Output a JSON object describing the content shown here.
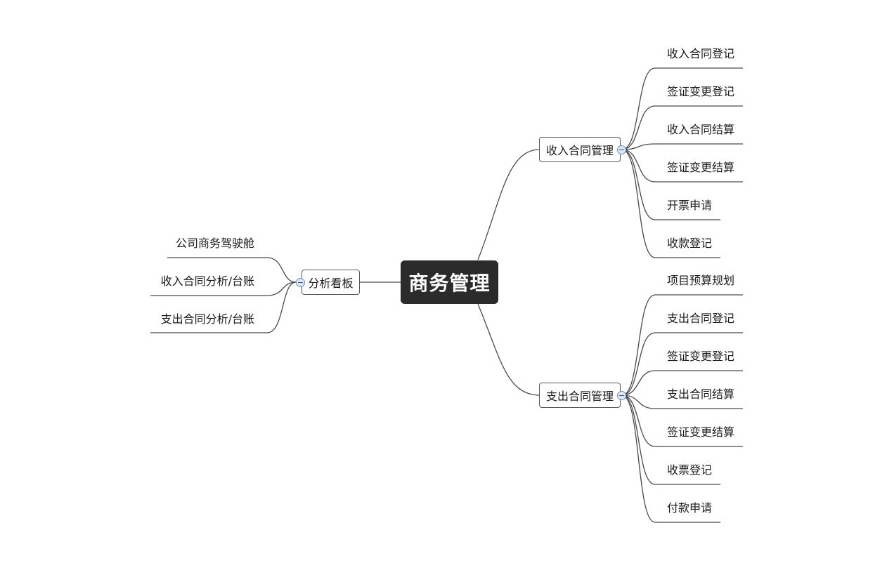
{
  "root": {
    "label": "商务管理"
  },
  "branches": {
    "income": {
      "label": "收入合同管理",
      "children": [
        "收入合同登记",
        "签证变更登记",
        "收入合同结算",
        "签证变更结算",
        "开票申请",
        "收款登记"
      ]
    },
    "expense": {
      "label": "支出合同管理",
      "children": [
        "项目预算规划",
        "支出合同登记",
        "签证变更登记",
        "支出合同结算",
        "签证变更结算",
        "收票登记",
        "付款申请"
      ]
    },
    "analysis": {
      "label": "分析看板",
      "children": [
        "公司商务驾驶舱",
        "收入合同分析/台账",
        "支出合同分析/台账"
      ]
    }
  },
  "colors": {
    "root_bg": "#2b2b2b",
    "line": "#4a4a4a",
    "toggle_fill": "#dbe8f7",
    "toggle_border": "#6d8fb8"
  },
  "icons": {
    "collapse": "minus-circle-icon"
  }
}
